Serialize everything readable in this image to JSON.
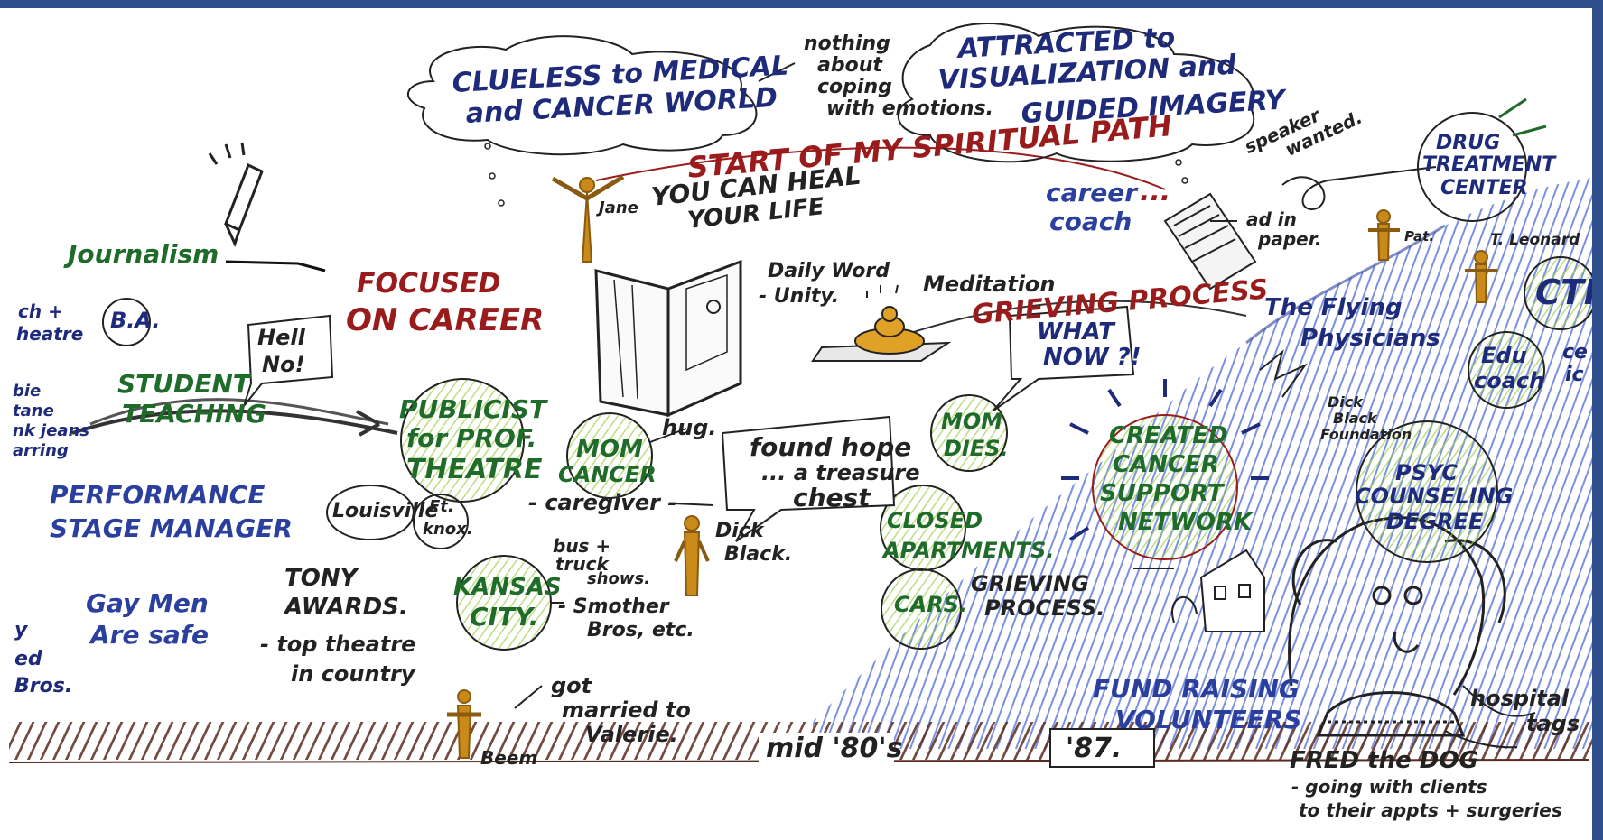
{
  "colors": {
    "frame": "#2e4e8c",
    "navy_ink": "#1e2a7a",
    "green_ink": "#1f6b2a",
    "red_ink": "#9a1b1b",
    "blue_marker": "#3a5bd0",
    "green_marker": "#9ed04a",
    "brown_ground": "#5a2b1f",
    "gold_figure": "#c98a1a"
  },
  "clouds": {
    "left": {
      "line1": "CLUELESS to MEDICAL",
      "line2": "and CANCER WORLD"
    },
    "left_note": {
      "line1": "nothing",
      "line2": "about",
      "line3": "coping",
      "line4": "with emotions."
    },
    "right": {
      "line1": "ATTRACTED to",
      "line2": "VISUALIZATION and",
      "line3": "GUIDED IMAGERY"
    }
  },
  "spiritual": {
    "title": "START OF MY SPIRITUAL PATH",
    "heal1": "YOU CAN HEAL",
    "heal2": "YOUR LIFE",
    "jane": "Jane"
  },
  "career_coach": {
    "line1": "career",
    "line2": "coach",
    "dots": "..."
  },
  "ad": {
    "speaker1": "speaker",
    "speaker2": "wanted.",
    "ad1": "ad in",
    "ad2": "paper."
  },
  "drug": {
    "line1": "DRUG",
    "line2": "TREATMENT",
    "line3": "CENTER",
    "pat": "Pat.",
    "leonard": "T. Leonard",
    "cti": "CTI"
  },
  "edu": {
    "line1": "Edu",
    "line2": "coach",
    "cut": "ce",
    "cut2": "ic"
  },
  "psyc": {
    "line1": "PSYC",
    "line2": "COUNSELING",
    "line3": "DEGREE"
  },
  "left": {
    "journalism": "Journalism",
    "focused1": "FOCUSED",
    "focused2": "ON CAREER",
    "ba": "B.A.",
    "ch1": "ch +",
    "ch2": "heatre",
    "hell1": "Hell",
    "hell2": "No!",
    "student1": "STUDENT",
    "student2": "TEACHING",
    "cut1": "bie",
    "cut2": "tane",
    "cut3": "nk jeans",
    "cut4": "arring",
    "perf1": "PERFORMANCE",
    "perf2": "STAGE MANAGER",
    "gay1": "Gay Men",
    "gay2": "Are safe",
    "tony1": "TONY",
    "tony2": "AWARDS.",
    "top1": "- top theatre",
    "top2": "in country",
    "y1": "y",
    "y2": "ed",
    "y3": "Bros."
  },
  "center": {
    "publicist1": "PUBLICIST",
    "publicist2": "for PROF.",
    "publicist3": "THEATRE",
    "louisville": "Louisville",
    "ftknox1": "Ft.",
    "ftknox2": "knox.",
    "mom1": "MOM",
    "mom2": "CANCER",
    "hug": "hug.",
    "caregiver": "- caregiver -",
    "found1": "found hope",
    "found2": "... a treasure",
    "found3": "chest",
    "kc1": "KANSAS",
    "kc2": "CITY.",
    "bus1": "bus +",
    "bus2": "truck",
    "bus3": "shows.",
    "smother1": "- Smother",
    "smother2": "Bros, etc.",
    "dick1": "Dick",
    "dick2": "Black.",
    "daily1": "Daily Word",
    "daily2": "- Unity.",
    "meditation": "Meditation",
    "beem": "Beem",
    "married1": "got",
    "married2": "married to",
    "married3": "Valerie."
  },
  "right": {
    "grieving_title": "GRIEVING PROCESS",
    "whatnow1": "WHAT",
    "whatnow2": "NOW ?!",
    "flying1": "The Flying",
    "flying2": "Physicians",
    "momdies1": "MOM",
    "momdies2": "DIES.",
    "closed1": "CLOSED",
    "closed2": "APARTMENTS.",
    "cars": "CARS.",
    "grieving2a": "GRIEVING",
    "grieving2b": "PROCESS.",
    "network1": "CREATED",
    "network2": "CANCER",
    "network3": "SUPPORT",
    "network4": "NETWORK",
    "dickblack1": "Dick",
    "dickblack2": "Black",
    "dickblack3": "Foundation",
    "fund1": "FUND RAISING",
    "fund2": "VOLUNTEERS",
    "hospital1": "hospital",
    "hospital2": "tags",
    "fred1": "FRED the DOG",
    "fred2": "- going with clients",
    "fred3": "to their appts + surgeries"
  },
  "timeline": {
    "mid80s": "mid '80's",
    "year": "'87."
  }
}
